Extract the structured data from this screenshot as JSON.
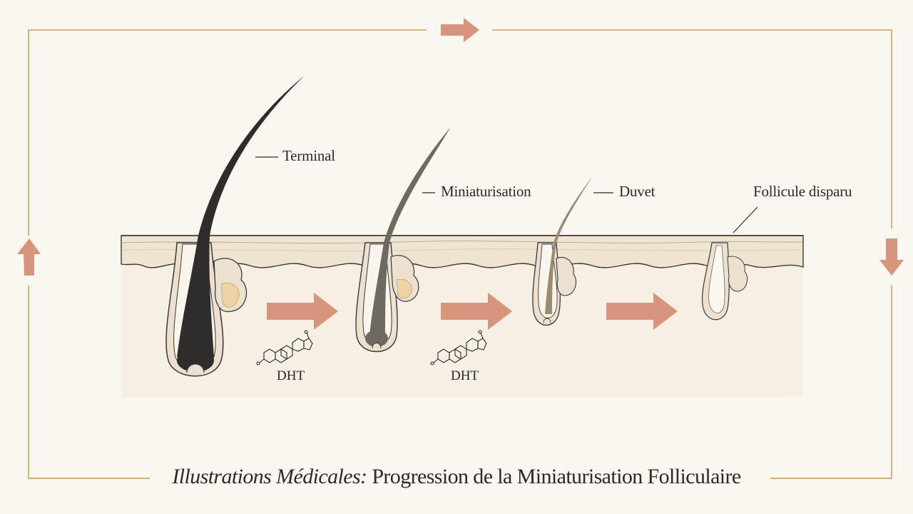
{
  "stages": [
    {
      "label": "Terminal"
    },
    {
      "label": "Miniaturisation"
    },
    {
      "label": "Duvet"
    },
    {
      "label": "Follicule disparu"
    }
  ],
  "hormone": {
    "label": "DHT",
    "icon": "steroid-molecule-icon"
  },
  "caption": {
    "prefix": "Illustrations Médicales:",
    "title": "Progression de la Miniaturisation Folliculaire"
  },
  "colors": {
    "background": "#faf7f0",
    "frame_gold": "#c9a56a",
    "arrow": "#d8957e",
    "skin_surface": "#efe4d2",
    "dermis": "#f6efe4",
    "terminal_hair": "#2e2d2b",
    "mini_hair": "#6e6a60",
    "vellus_hair": "#9a8c6e",
    "sebaceous_gland": "#eed3a4"
  }
}
